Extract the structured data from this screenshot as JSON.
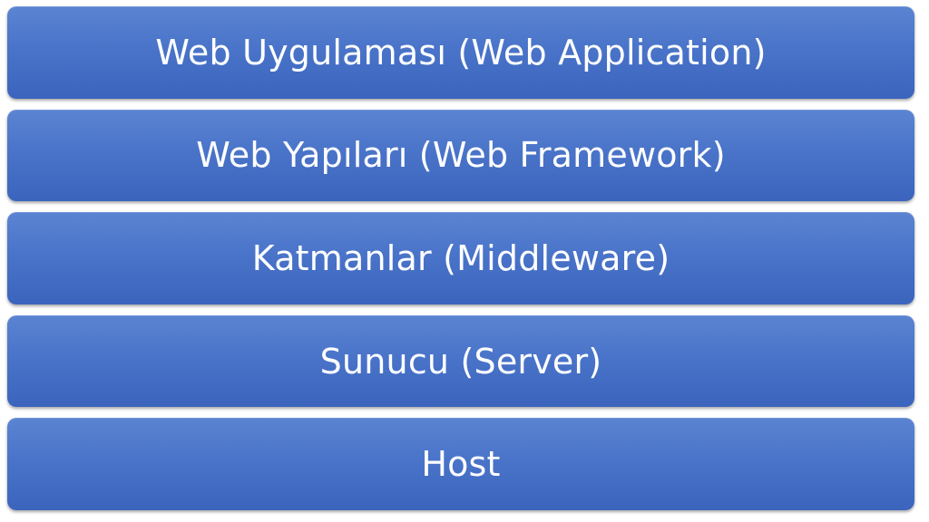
{
  "diagram": {
    "layers": [
      {
        "label": "Web Uygulaması (Web Application)"
      },
      {
        "label": "Web Yapıları (Web Framework)"
      },
      {
        "label": "Katmanlar (Middleware)"
      },
      {
        "label": "Sunucu (Server)"
      },
      {
        "label": "Host"
      }
    ]
  },
  "colors": {
    "layer_fill": "#4a74c9",
    "layer_text": "#ffffff",
    "background": "#ffffff"
  }
}
